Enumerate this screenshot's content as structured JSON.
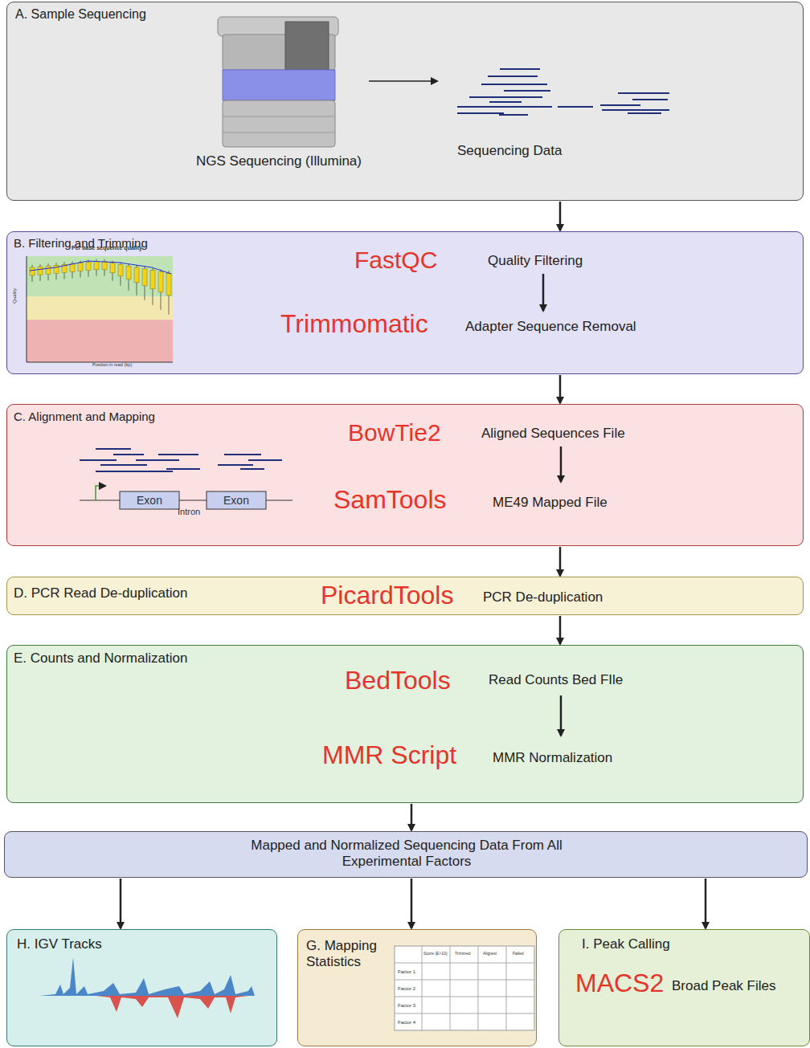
{
  "diagram": {
    "nodes": [
      {
        "text": [
          "A. Sample Sequencing",
          "NGS Sequencing (Illumina)",
          "Sequencing Data"
        ]
      },
      {
        "text": [
          "B. Filtering and Trimming",
          "FastQC",
          "Quality Filtering",
          "Trimmomatic",
          "Adapter Sequence Removal"
        ]
      },
      {
        "text": [
          "C. Alignment and Mapping",
          "BowTie2",
          "Aligned Sequences File",
          "SamTools",
          "ME49 Mapped File"
        ]
      },
      {
        "text": [
          "D. PCR Read De-duplication",
          "PicardTools",
          "PCR De-duplication"
        ]
      },
      {
        "text": [
          "E. Counts and Normalization",
          "BedTools",
          "Read Counts Bed FIle",
          "MMR Script",
          "MMR Normalization"
        ]
      },
      {
        "text": [
          "Mapped and Normalized Sequencing Data From All Experimental Factors"
        ]
      },
      {
        "text": [
          "H. IGV Tracks"
        ]
      },
      {
        "text": [
          "G. Mapping Statistics"
        ]
      },
      {
        "text": [
          "I. Peak Calling",
          "MACS2",
          "Broad Peak Files"
        ]
      }
    ],
    "edges": [
      {
        "from": 0,
        "to": 1,
        "arrow": "to"
      },
      {
        "from": 1,
        "to": 2,
        "arrow": "to"
      },
      {
        "from": 2,
        "to": 3,
        "arrow": "to"
      },
      {
        "from": 3,
        "to": 4,
        "arrow": "to"
      },
      {
        "from": 4,
        "to": 5,
        "arrow": "to"
      },
      {
        "from": 5,
        "to": 6,
        "arrow": "to"
      },
      {
        "from": 5,
        "to": 7,
        "arrow": "to"
      },
      {
        "from": 5,
        "to": 8,
        "arrow": "to"
      }
    ],
    "labels": [
      "Per base sequence quality",
      "Quality",
      "Position in read (bp)",
      "Exon",
      "Intron",
      "Exon",
      "Score (E>10)",
      "Trimmed",
      "Aligned",
      "Failed",
      "Factor 1",
      "Factor 2",
      "Factor 3",
      "Factor 4"
    ]
  }
}
